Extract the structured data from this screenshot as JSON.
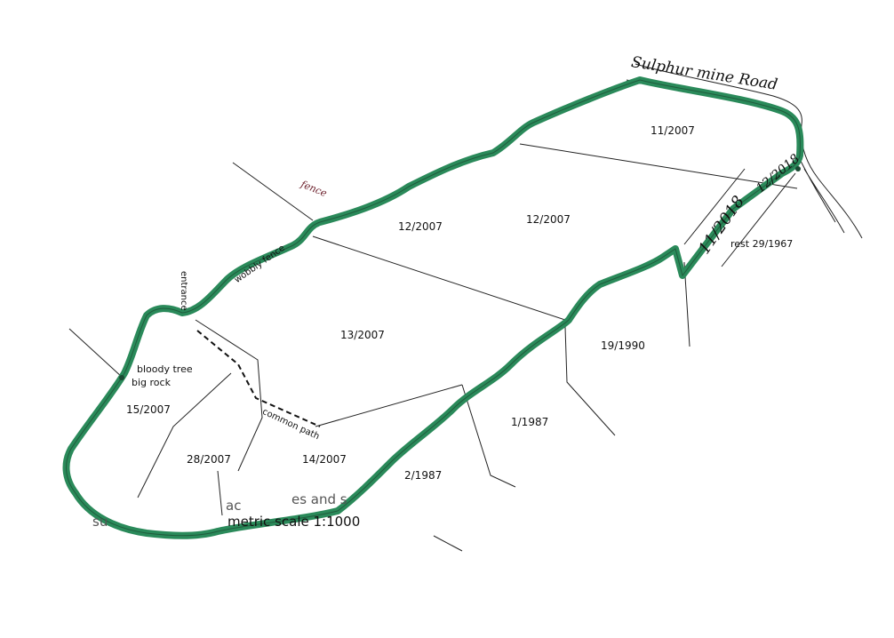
{
  "road_name": "Sulphur mine Road",
  "fence_label": "fence",
  "wobbly_fence_label": "wobbly fence",
  "entrance_label": "entrance",
  "common_path_label": "common path",
  "landmarks": {
    "tree": "bloody tree",
    "rock": "big rock"
  },
  "scale_label": "metric scale 1:1000",
  "partial_text": {
    "left": "su",
    "middle": "ac",
    "right": "es and s"
  },
  "parcels": {
    "p11_2007": "11/2007",
    "p12_2007_a": "12/2007",
    "p12_2007_b": "12/2007",
    "p13_2007": "13/2007",
    "p15_2007": "15/2007",
    "p28_2007": "28/2007",
    "p14_2007": "14/2007",
    "p19_1990": "19/1990",
    "p1_1987": "1/1987",
    "p2_1987": "2/1987",
    "p11_2018": "11/2018",
    "p12_2018": "12/2018",
    "p29_1967": "rest 29/1967"
  },
  "colors": {
    "boundary": "#2a8a5a",
    "line": "#222222",
    "fence": "#6b1e2a"
  }
}
